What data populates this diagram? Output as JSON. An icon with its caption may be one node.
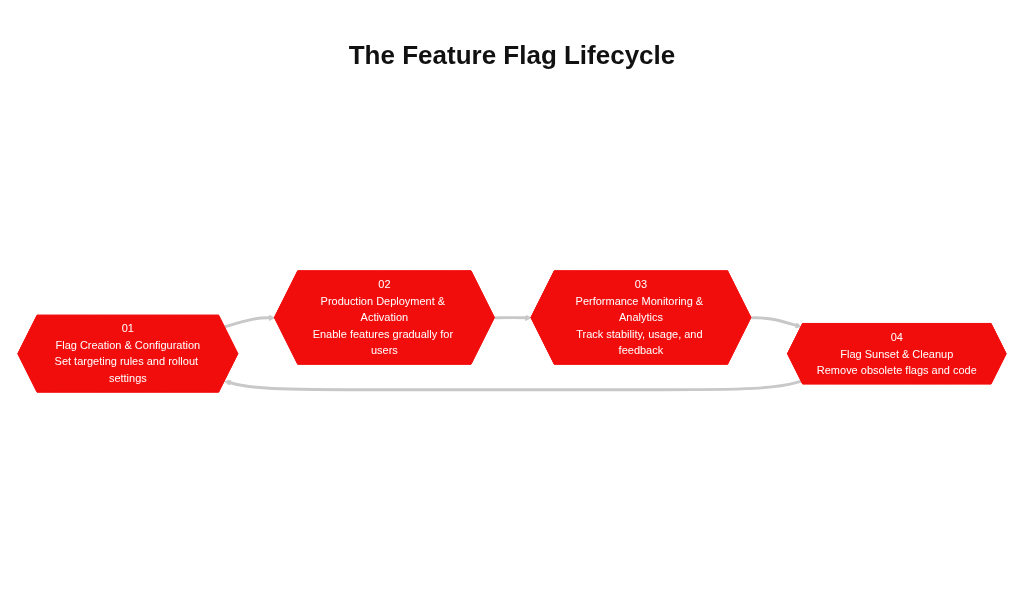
{
  "diagram": {
    "title": "The Feature Flag Lifecycle",
    "nodes": [
      {
        "text": [
          "01",
          "Flag Creation & Configuration",
          "Set targeting rules and rollout settings"
        ]
      },
      {
        "text": [
          "02",
          "Production Deployment & Activation",
          "Enable features gradually for users"
        ]
      },
      {
        "text": [
          "03",
          "Performance Monitoring & Analytics",
          "Track stability, usage, and feedback"
        ]
      },
      {
        "text": [
          "04",
          "Flag Sunset & Cleanup",
          "Remove obsolete flags and code"
        ]
      }
    ],
    "edges": [
      {
        "from": 0,
        "to": 1,
        "arrow": "to"
      },
      {
        "from": 1,
        "to": 2,
        "arrow": "to"
      },
      {
        "from": 2,
        "to": 3,
        "arrow": "to"
      },
      {
        "from": 3,
        "to": 0,
        "arrow": "to"
      }
    ]
  }
}
